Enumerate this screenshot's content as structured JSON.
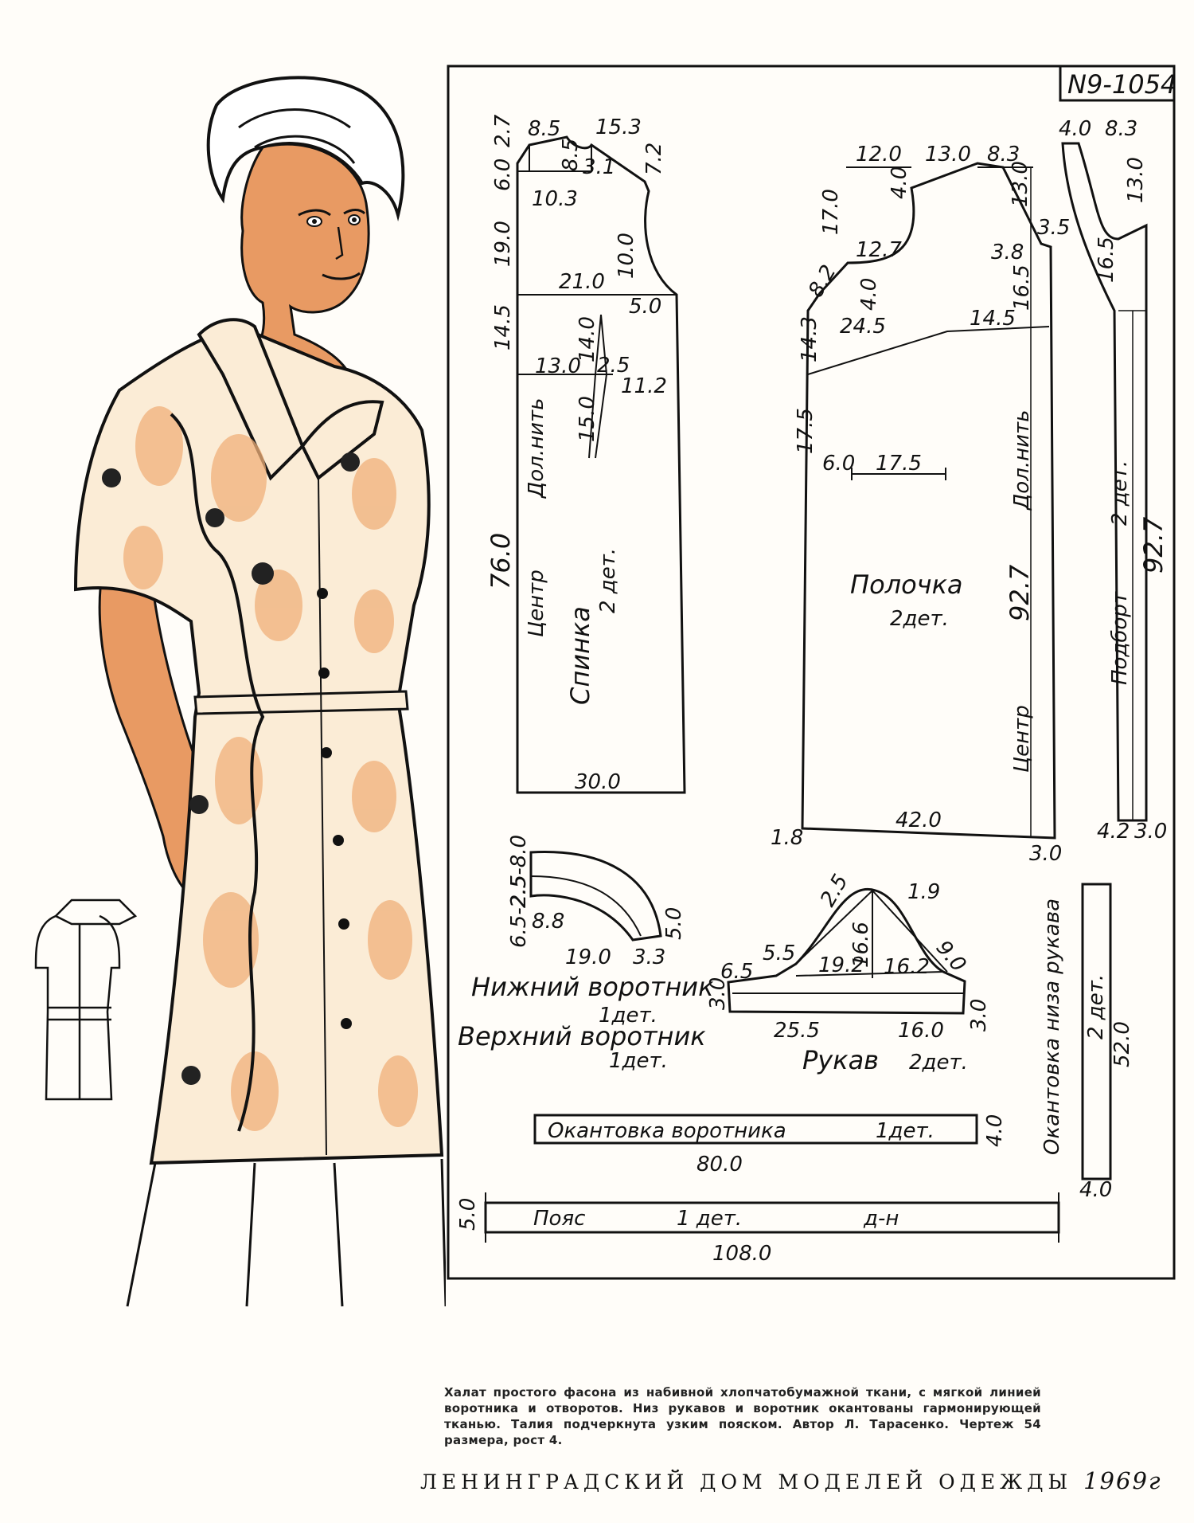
{
  "pattern_number": "N9-1054",
  "pieces": {
    "back": {
      "name": "Спинка",
      "qty": "2 дет.",
      "center": "Центр",
      "grain": "Дол.нить",
      "dims": [
        "8.5",
        "15.3",
        "2.7",
        "6.0",
        "8.5",
        "3.1",
        "7.2",
        "10.3",
        "19.0",
        "10.0",
        "21.0",
        "5.0",
        "14.5",
        "14.0",
        "13.0",
        "2.5",
        "11.2",
        "15.0",
        "76.0",
        "30.0"
      ]
    },
    "front": {
      "name": "Полочка",
      "qty": "2дет.",
      "grain": "Дол.нить",
      "center": "Центр",
      "dims": [
        "12.0",
        "13.0",
        "8.3",
        "4.0",
        "13.0",
        "17.0",
        "12.7",
        "3.8",
        "3.5",
        "8.2",
        "4.0",
        "16.5",
        "24.5",
        "14.5",
        "14.3",
        "17.5",
        "6.0",
        "17.5",
        "92.7",
        "42.0",
        "1.8",
        "3.0"
      ]
    },
    "facing": {
      "name": "Подборт",
      "qty": "2 дет.",
      "dims": [
        "4.0",
        "8.3",
        "13.0",
        "16.5",
        "92.7",
        "4.2",
        "3.0"
      ]
    },
    "collar": {
      "lower": "Нижний воротник",
      "lower_qty": "1дет.",
      "upper": "Верхний воротник",
      "upper_qty": "1дет.",
      "dims": [
        "2.5-8.0",
        "6.5-2.5",
        "8.8",
        "19.0",
        "3.3",
        "5.0"
      ]
    },
    "sleeve": {
      "name": "Рукав",
      "qty": "2дет.",
      "dims": [
        "2.5",
        "1.9",
        "16.6",
        "6.5",
        "5.5",
        "19.2",
        "16.2",
        "9.0",
        "3.0",
        "25.5",
        "16.0",
        "3.0"
      ]
    },
    "collar_binding": {
      "name": "Окантовка воротника",
      "qty": "1дет.",
      "length": "80.0",
      "width": "4.0"
    },
    "belt": {
      "name": "Пояс",
      "qty": "1 дет.",
      "mark": "д-н",
      "length": "108.0",
      "width": "5.0"
    },
    "sleeve_binding": {
      "name": "Окантовка низа рукава",
      "qty": "2 дет.",
      "length": "52.0",
      "width": "4.0"
    }
  },
  "caption": "Халат простого фасона из набивной хлопчатобумажной ткани, с мягкой линией воротника и отворотов. Низ рукавов и воротник окантованы гармонирующей тканью. Талия подчеркнута узким пояском. Автор Л. Тарасенко. Чертеж 54 размера, рост 4.",
  "footer": {
    "text": "ЛЕНИНГРАДСКИЙ ДОМ МОДЕЛЕЙ ОДЕЖДЫ",
    "year": "1969г"
  },
  "colors": {
    "skin": "#e89a63",
    "dress": "#fbecd6",
    "print": "#f0b07a",
    "ink": "#111111",
    "hair": "#ffffff"
  }
}
